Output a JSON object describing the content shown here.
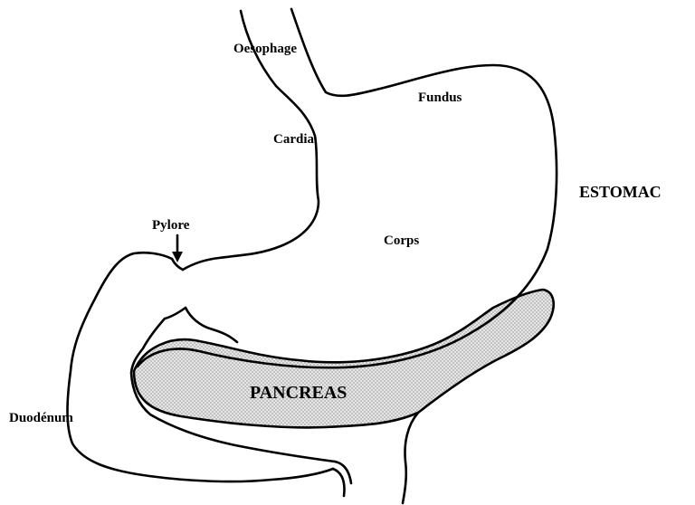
{
  "labels": {
    "oesophage": "Oesophage",
    "fundus": "Fundus",
    "cardia": "Cardia",
    "estomac": "ESTOMAC",
    "pylore": "Pylore",
    "corps": "Corps",
    "pancreas": "PANCREAS",
    "duodenum": "Duodénum"
  },
  "colors": {
    "outline": "#000000",
    "pancreas_fill": "#d9d9d9",
    "background": "#ffffff"
  }
}
